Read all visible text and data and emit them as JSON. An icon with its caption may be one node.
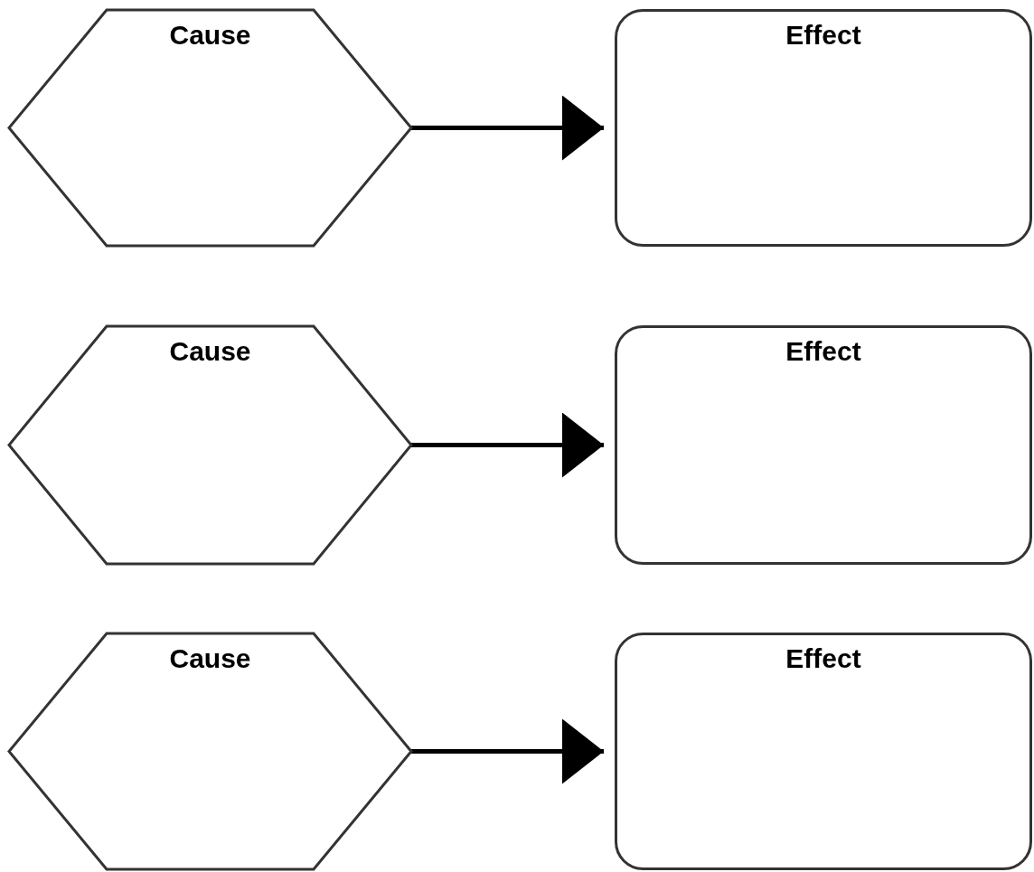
{
  "diagram": {
    "nodes": [
      {
        "text": [
          "Cause"
        ]
      },
      {
        "text": [
          "Effect"
        ]
      },
      {
        "text": [
          "Cause"
        ]
      },
      {
        "text": [
          "Effect"
        ]
      },
      {
        "text": [
          "Cause"
        ]
      },
      {
        "text": [
          "Effect"
        ]
      }
    ],
    "edges": [
      {
        "from": 0,
        "to": 1,
        "arrow": "to"
      },
      {
        "from": 2,
        "to": 3,
        "arrow": "to"
      },
      {
        "from": 4,
        "to": 5,
        "arrow": "to"
      }
    ]
  }
}
